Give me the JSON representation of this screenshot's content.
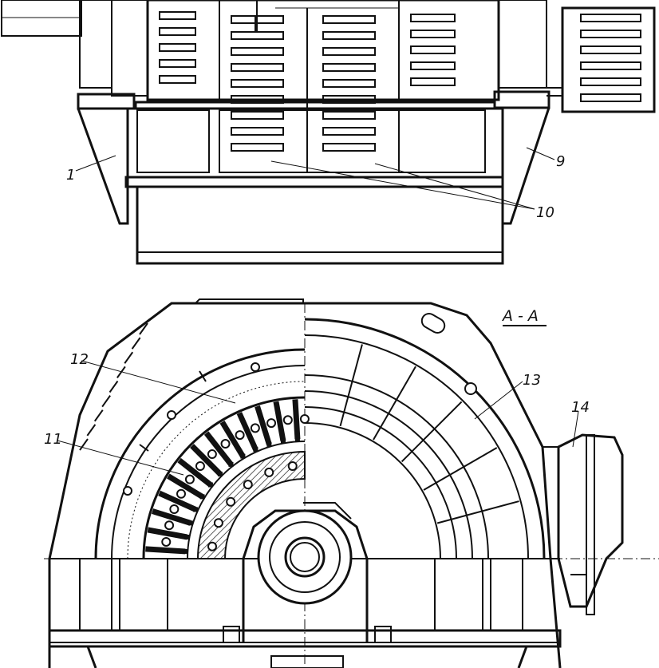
{
  "section_label": "A - A",
  "callouts": {
    "c1": "1",
    "c9": "9",
    "c10": "10",
    "c11": "11",
    "c12": "12",
    "c13": "13",
    "c14": "14"
  },
  "colors": {
    "ink": "#111111",
    "paper": "#ffffff"
  }
}
